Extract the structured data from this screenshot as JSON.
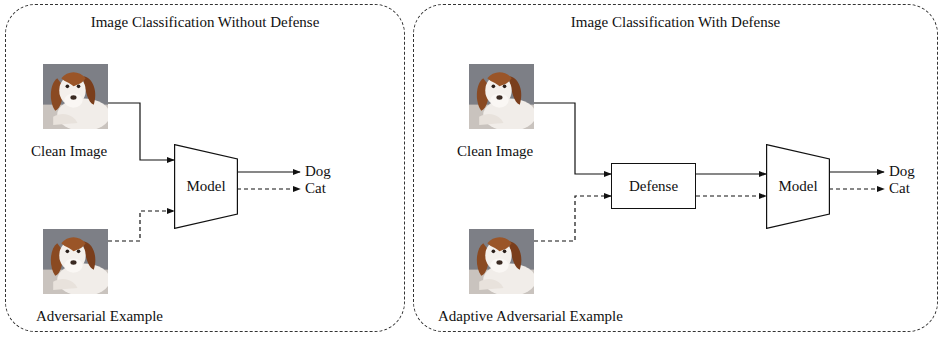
{
  "diagram": {
    "nodes": [
      {
        "text": [
          "Image Classification Without Defense"
        ]
      },
      {
        "text": [
          "Clean Image"
        ],
        "in": 0
      },
      {
        "text": [
          "Adversarial Example"
        ],
        "in": 0
      },
      {
        "text": [
          "Model"
        ],
        "in": 0
      },
      {
        "text": [
          "Image Classification With Defense"
        ]
      },
      {
        "text": [
          "Clean Image"
        ],
        "in": 4
      },
      {
        "text": [
          "Adaptive Adversarial Example"
        ],
        "in": 4
      },
      {
        "text": [
          "Defense"
        ],
        "in": 4
      },
      {
        "text": [
          "Model"
        ],
        "in": 4
      }
    ],
    "edges": [
      {
        "from": 1,
        "to": 3,
        "arrow": "to"
      },
      {
        "from": 2,
        "to": 3,
        "arrow": "to"
      },
      {
        "from": 5,
        "to": 7,
        "arrow": "to"
      },
      {
        "from": 6,
        "to": 7,
        "arrow": "to"
      },
      {
        "from": 7,
        "to": 8,
        "arrow": "to"
      },
      {
        "from": 7,
        "to": 8,
        "arrow": "to"
      }
    ],
    "labels": [
      "Dog",
      "Cat",
      "Dog",
      "Cat"
    ]
  }
}
